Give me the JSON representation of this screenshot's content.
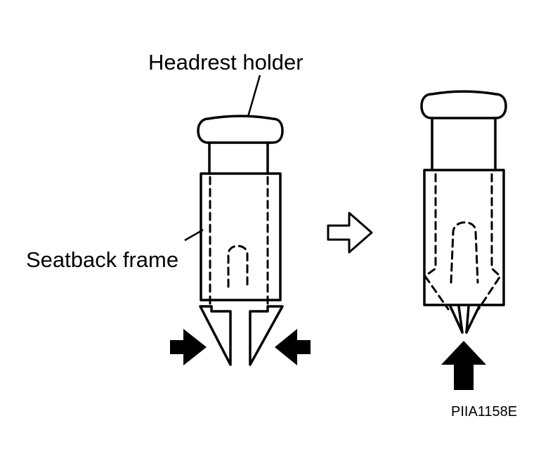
{
  "labels": {
    "headrest_holder": "Headrest holder",
    "seatback_frame": "Seatback frame",
    "figure_code": "PIIA1158E"
  },
  "colors": {
    "ink": "#000000",
    "paper": "#ffffff"
  },
  "icons": {
    "transition": "outline-right-arrow-icon",
    "squeeze_left": "right-arrow-icon",
    "squeeze_right": "left-arrow-icon",
    "push_up": "up-arrow-icon"
  }
}
